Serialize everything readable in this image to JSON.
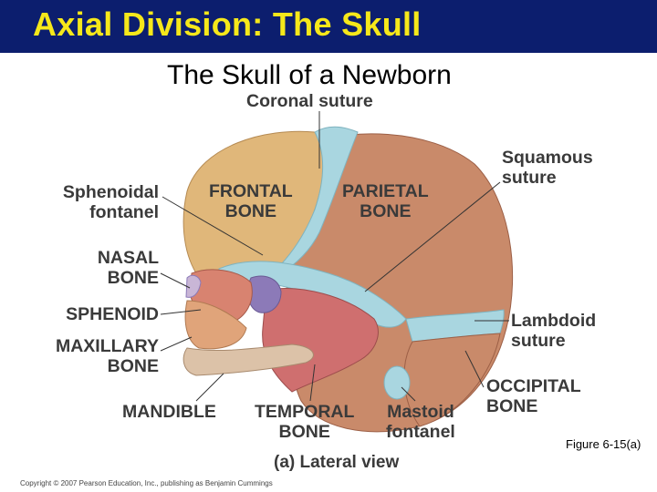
{
  "header": {
    "title": "Axial Division: The Skull"
  },
  "subtitle": "The Skull of a Newborn",
  "labels": {
    "coronal_suture": "Coronal suture",
    "squamous_suture": [
      "Squamous",
      "suture"
    ],
    "sphenoidal_fontanel": [
      "Sphenoidal",
      "fontanel"
    ],
    "frontal_bone": [
      "FRONTAL",
      "BONE"
    ],
    "parietal_bone": [
      "PARIETAL",
      "BONE"
    ],
    "nasal_bone": [
      "NASAL",
      "BONE"
    ],
    "sphenoid": "SPHENOID",
    "maxillary_bone": [
      "MAXILLARY",
      "BONE"
    ],
    "lambdoid_suture": [
      "Lambdoid",
      "suture"
    ],
    "occipital_bone": [
      "OCCIPITAL",
      "BONE"
    ],
    "mandible": "MANDIBLE",
    "temporal_bone": [
      "TEMPORAL",
      "BONE"
    ],
    "mastoid_fontanel": [
      "Mastoid",
      "fontanel"
    ]
  },
  "caption": "(a) Lateral view",
  "figure_ref": "Figure 6-15(a)",
  "copyright": "Copyright © 2007 Pearson Education, Inc., publishing as Benjamin Cummings",
  "colors": {
    "header_bg": "#0c1e6e",
    "header_text": "#f6e81a",
    "parietal": "#c98a6a",
    "frontal": "#e0b77a",
    "suture": "#a9d6e0",
    "temporal": "#cf6f6f",
    "sphenoid": "#8c7ab8",
    "mandible": "#dcc2a8"
  }
}
